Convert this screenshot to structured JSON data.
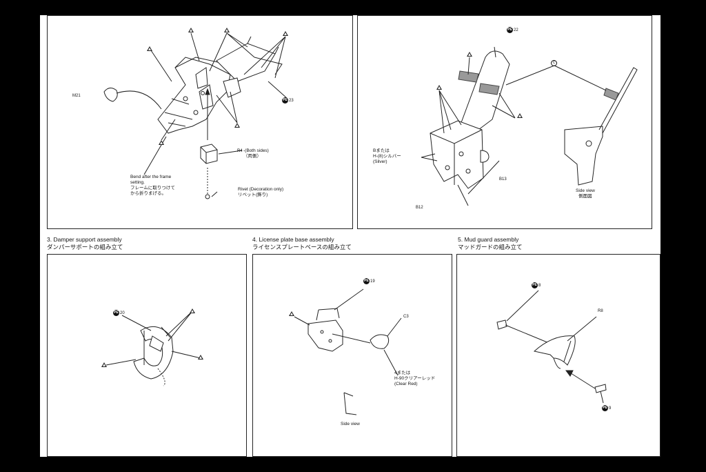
{
  "panel1": {
    "tags": {
      "m21": "M21",
      "pe23": "23",
      "r4": "R4",
      "r4_note": "-(Both sides)\n（両側）",
      "bend_note": "Bend after the frame\nsetting.\nフレームに取りつけて\nから折りまげる。",
      "rivet_note": "Rivet (Decoration only)\nリベット(飾り)"
    }
  },
  "panel2": {
    "tags": {
      "pe22": "22",
      "c": "C",
      "b_note": "Bまたは\nH-(8)シルバー\n(Silver)",
      "b13": "B13",
      "b12": "B12",
      "side_view": "Side view\n側面図"
    }
  },
  "panel3": {
    "title": "3. Damper support assembly\nダンパーサポートの組み立て",
    "pe20": "20"
  },
  "panel4": {
    "title": "4. License plate base assembly\nライセンスプレートベースの組み立て",
    "pe19": "19",
    "c3": "C3",
    "color_note": "4または\nH-90クリアーレッド\n(Clear Red)",
    "side_view": "Side view"
  },
  "panel5": {
    "title": "5. Mud guard assembly\nマッドガードの組み立て",
    "pe8": "8",
    "r8": "R8",
    "pe9": "9"
  },
  "icons": [
    "cement-triangle-icon",
    "photo-etched-part-icon",
    "parts-tree-letter-icon"
  ]
}
